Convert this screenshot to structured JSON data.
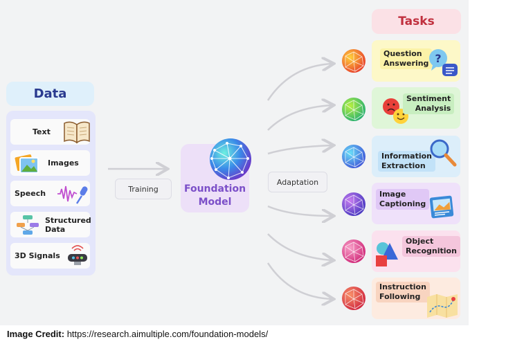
{
  "data_section": {
    "title": "Data",
    "items": [
      {
        "label": "Text"
      },
      {
        "label": "Images"
      },
      {
        "label": "Speech"
      },
      {
        "label": "Structured Data"
      },
      {
        "label": "3D Signals"
      }
    ]
  },
  "training_label": "Training",
  "model": {
    "label_line1": "Foundation",
    "label_line2": "Model"
  },
  "adaptation_label": "Adaptation",
  "tasks_section": {
    "title": "Tasks",
    "items": [
      {
        "line1": "Question",
        "line2": "Answering",
        "color": "#fdf8c8"
      },
      {
        "line1": "Sentiment",
        "line2": "Analysis",
        "color": "#dff6d8"
      },
      {
        "line1": "Information",
        "line2": "Extraction",
        "color": "#dceefa"
      },
      {
        "line1": "Image",
        "line2": "Captioning",
        "color": "#efe1fa"
      },
      {
        "line1": "Object",
        "line2": "Recognition",
        "color": "#fbe1ee"
      },
      {
        "line1": "Instruction",
        "line2": "Following",
        "color": "#fdebe0"
      }
    ]
  },
  "credit": {
    "prefix": "Image Credit:",
    "url": "https://research.aimultiple.com/foundation-models/"
  },
  "colors": {
    "accent_purple": "#7b4fc8",
    "data_blue": "#2a3a8f",
    "tasks_red": "#c0303e"
  }
}
